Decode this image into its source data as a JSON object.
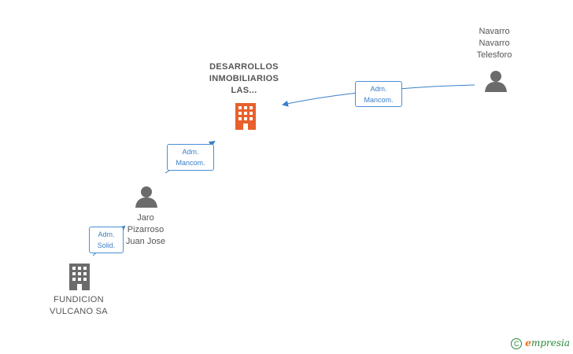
{
  "nodes": {
    "main_company": {
      "lines": [
        "DESARROLLOS",
        "INMOBILIARIOS",
        "LAS..."
      ],
      "color": "#e8602c"
    },
    "navarro": {
      "lines": [
        "Navarro",
        "Navarro",
        "Telesforo"
      ]
    },
    "jaro": {
      "lines": [
        "Jaro",
        "Pizarroso",
        "Juan Jose"
      ]
    },
    "fundicion": {
      "lines": [
        "FUNDICION",
        "VULCANO SA"
      ],
      "color": "#666666"
    }
  },
  "edges": {
    "navarro_to_main": {
      "line1": "Adm.",
      "line2": "Mancom."
    },
    "jaro_to_main": {
      "line1": "Adm.",
      "line2": "Mancom."
    },
    "fundicion_to_jaro": {
      "line1": "Adm.",
      "line2": "Solid."
    }
  },
  "footer": {
    "symbol": "C",
    "brand_first": "e",
    "brand_rest": "mpresia"
  },
  "colors": {
    "edge": "#3a7fc8",
    "person": "#6b6b6b",
    "text": "#555555"
  }
}
